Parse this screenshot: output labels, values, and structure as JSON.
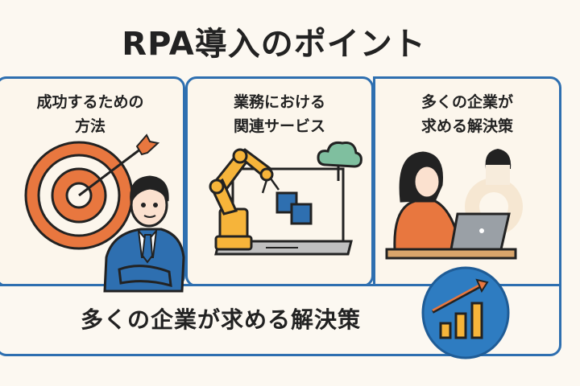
{
  "title": "RPA導入のポイント",
  "panels": [
    {
      "line1": "成功するための",
      "line2": "方法",
      "illustration": "target-with-arrow-and-businessman"
    },
    {
      "line1": "業務における",
      "line2": "関連サービス",
      "illustration": "robot-arm-laptop-cloud"
    },
    {
      "line1": "多くの企業が",
      "line2": "求める解決策",
      "illustration": "woman-laptop-with-gear"
    }
  ],
  "bottom": {
    "text": "多くの企業が求める解決策",
    "icon": "growth-chart-icon"
  },
  "colors": {
    "border": "#2e6fb0",
    "orange": "#e8773f",
    "yellow": "#f6b43a",
    "teal": "#7fbf9f",
    "background": "#fcf8f1"
  }
}
